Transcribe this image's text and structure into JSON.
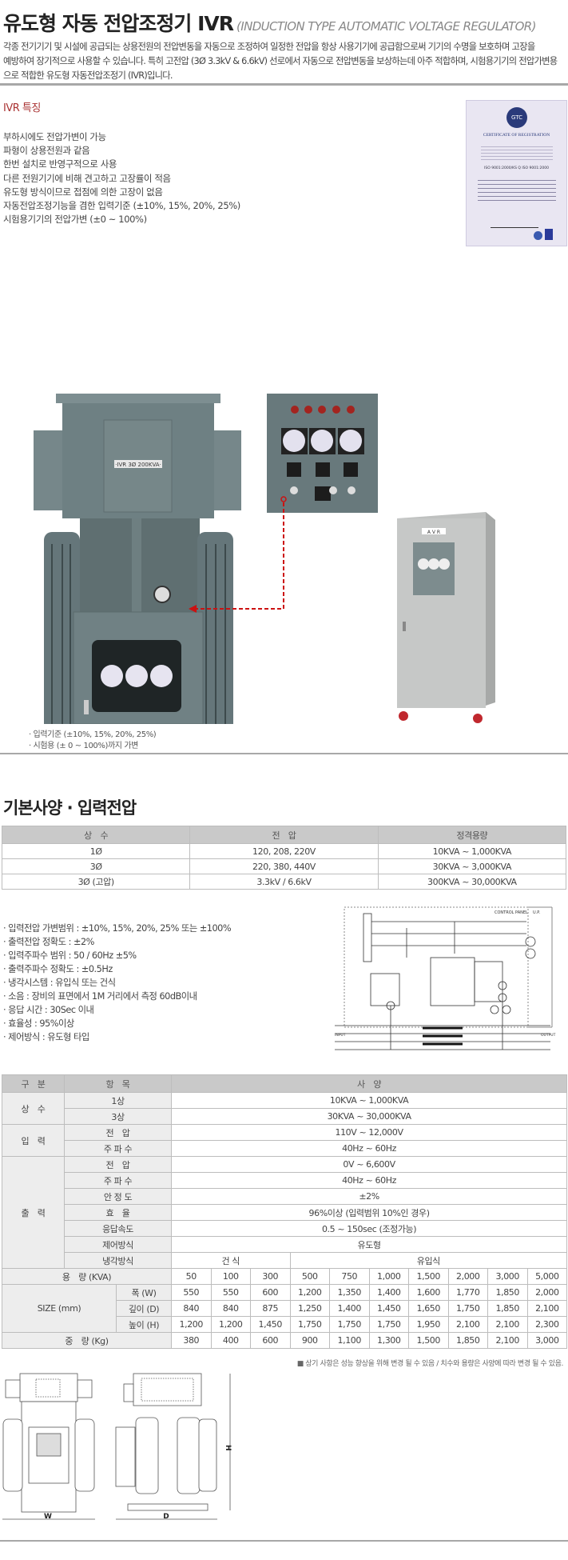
{
  "header": {
    "title": "유도형 자동 전압조정기 IVR",
    "subtitle": "(INDUCTION TYPE AUTOMATIC VOLTAGE REGULATOR)"
  },
  "intro_lines": [
    "각종 전기기기 및 시설에 공급되는 상용전원의 전압변동을 자동으로 조정하여 일정한 전압을 항상 사용기기에 공급함으로써 기기의 수명을 보호하며 고장을",
    "예방하여 장기적으로 사용할 수 있습니다. 특히 고전압 (3Ø 3.3kV & 6.6kV) 선로에서 자동으로 전압변동을 보상하는데 아주 적합하며, 시험용기기의 전압가변용",
    "으로 적합한 유도형 자동전압조정기 (IVR)입니다."
  ],
  "features": {
    "title": "IVR 특징",
    "items": [
      "부하시에도 전압가변이 가능",
      "파형이 상용전원과 같음",
      "한번 설치로 반영구적으로 사용",
      "다른 전원기기에 비해 견고하고 고장률이 적음",
      "유도형 방식이므로 접점에 의한 고장이 없음",
      "자동전압조정기능을 겸한 입력기준 (±10%, 15%, 20%, 25%)",
      "시험용기기의 전압가변 (±0 ~ 100%)"
    ]
  },
  "certificate": {
    "heading": "CERTIFICATE OF REGISTRATION",
    "logo": "GTC",
    "standard": "ISO 9001:2000/KS Q ISO 9001:2000"
  },
  "photos": {
    "nameplate": "·IVR 3Ø 200KVA·",
    "cabinet_label": "A V R",
    "captions": [
      "· 입력기준 (±10%, 15%, 20%, 25%)",
      "· 시험용 (± 0  ~ 100%)까지 가변"
    ],
    "arrow_color": "#cc1111"
  },
  "section2": {
    "title": "기본사양 · 입력전압"
  },
  "input_table": {
    "headers": [
      "상　수",
      "전　압",
      "정격용량"
    ],
    "rows": [
      [
        "1Ø",
        "120, 208, 220V",
        "10KVA ~ 1,000KVA"
      ],
      [
        "3Ø",
        "220, 380, 440V",
        "30KVA ~ 3,000KVA"
      ],
      [
        "3Ø (고압)",
        "3.3kV / 6.6kV",
        "300KVA ~ 30,000KVA"
      ]
    ]
  },
  "bullets": [
    "· 입력전압 가변범위 : ±10%, 15%, 20%, 25% 또는 ±100%",
    "· 출력전압 정확도 : ±2%",
    "· 입력주파수 범위 : 50 / 60Hz ±5%",
    "· 출력주파수 정확도 : ±0.5Hz",
    "· 냉각시스템 : 유입식 또는 건식",
    "· 소음 : 장비의 표면에서 1M 거리에서 측정 60dB이내",
    "· 응답 시간 : 30Sec 이내",
    "· 효율성 : 95%이상",
    "· 제어방식 : 유도형 타입"
  ],
  "diagram": {
    "labels": [
      "CONTROL PANEL",
      "U.P.",
      "INPUT",
      "OUTPUT"
    ]
  },
  "spec_table": {
    "headers": [
      "구　분",
      "항　목",
      "사　양"
    ],
    "groups": [
      {
        "name": "상　수",
        "rows": [
          [
            "1상",
            "10KVA ~ 1,000KVA"
          ],
          [
            "3상",
            "30KVA ~ 30,000KVA"
          ]
        ]
      },
      {
        "name": "입　력",
        "rows": [
          [
            "전　압",
            "110V ~ 12,000V"
          ],
          [
            "주 파 수",
            "40Hz ~ 60Hz"
          ]
        ]
      },
      {
        "name": "출　력",
        "rows": [
          [
            "전　압",
            "0V ~ 6,600V"
          ],
          [
            "주 파 수",
            "40Hz ~ 60Hz"
          ],
          [
            "안 정 도",
            "±2%"
          ],
          [
            "효　율",
            "96%이상 (입력범위 10%인 경우)"
          ],
          [
            "응답속도",
            "0.5 ~ 150sec (조정가능)"
          ],
          [
            "제어방식",
            "유도형"
          ]
        ],
        "cooling": {
          "label": "냉각방식",
          "dry": "건 식",
          "oil": "유입식"
        }
      }
    ],
    "capacity": {
      "label": "용　량 (KVA)",
      "values": [
        "50",
        "100",
        "300",
        "500",
        "750",
        "1,000",
        "1,500",
        "2,000",
        "3,000",
        "5,000"
      ]
    },
    "size": {
      "label": "SIZE (mm)",
      "rows": [
        {
          "label": "폭 (W)",
          "values": [
            "550",
            "550",
            "600",
            "1,200",
            "1,350",
            "1,400",
            "1,600",
            "1,770",
            "1,850",
            "2,000"
          ]
        },
        {
          "label": "깊이 (D)",
          "values": [
            "840",
            "840",
            "875",
            "1,250",
            "1,400",
            "1,450",
            "1,650",
            "1,750",
            "1,850",
            "2,100"
          ]
        },
        {
          "label": "높이 (H)",
          "values": [
            "1,200",
            "1,200",
            "1,450",
            "1,750",
            "1,750",
            "1,750",
            "1,950",
            "2,100",
            "2,100",
            "2,300"
          ]
        }
      ]
    },
    "weight": {
      "label": "중　량 (Kg)",
      "values": [
        "380",
        "400",
        "600",
        "900",
        "1,100",
        "1,300",
        "1,500",
        "1,850",
        "2,100",
        "3,000"
      ]
    }
  },
  "note": "■ 상기 사항은 성능 향상을 위해 변경 될 수 있음 / 치수와 용량은 사양에 따라 변경 될 수 있음.",
  "drawings": {
    "width_label": "W",
    "depth_label": "D",
    "height_label": "H"
  }
}
